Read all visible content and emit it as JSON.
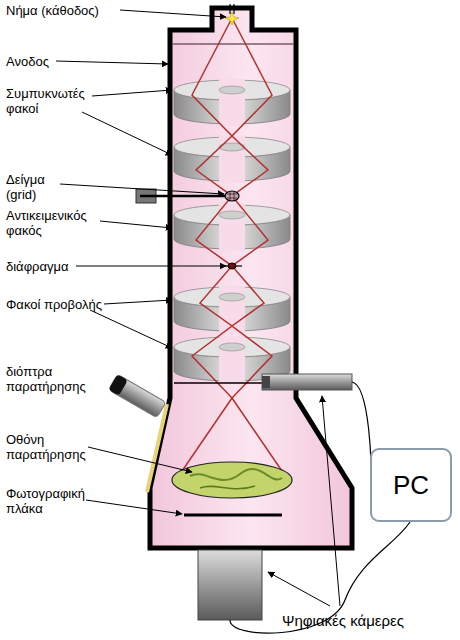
{
  "diagram": {
    "nodes": [
      {
        "text": [
          "PC"
        ]
      }
    ],
    "labels": [
      "Νήμα (κάθοδος)",
      "Ανοδος",
      "Συμπυκνωτές φακοί",
      "Δείγμα (grid)",
      "Αντικειμενικός φακός",
      "διάφραγμα",
      "Φακοί προβολής",
      "διόπτρα παρατήρησης",
      "Οθόνη παρατήρησης",
      "Φωτογραφική πλάκα",
      "Ψηφιακές κάμερες"
    ]
  }
}
